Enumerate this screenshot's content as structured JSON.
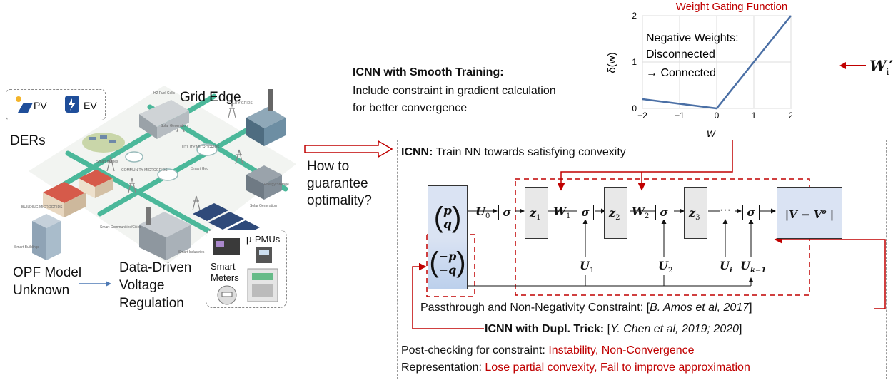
{
  "left": {
    "der_badges": [
      {
        "label": "PV",
        "icon": "solar-panel-icon"
      },
      {
        "label": "EV",
        "icon": "ev-charger-icon"
      }
    ],
    "ders_label": "DERs",
    "grid_edge_label": "Grid Edge",
    "opf_line1": "OPF Model",
    "opf_line2": "Unknown",
    "ddvr_line1": "Data-Driven",
    "ddvr_line2": "Voltage",
    "ddvr_line3": "Regulation",
    "meters": {
      "pmu_label": "μ-PMUs",
      "smart_line1": "Smart",
      "smart_line2": "Meters"
    },
    "illustration_labels": [
      "H2 Fuel Cells",
      "UTILITY GRIDS",
      "Solar Generation",
      "Smart Homes",
      "UTILITY MICROGRIDS",
      "COMMUNITY MICROGRIDS",
      "Smart Grid",
      "BUILDING MICROGRIDS",
      "Energy Storage",
      "Smart Communities/Cities",
      "Solar Generation",
      "Smart Buildings",
      "Smart Industries"
    ]
  },
  "question": {
    "line1": "How to",
    "line2": "guarantee",
    "line3": "optimality?"
  },
  "smooth": {
    "title": "ICNN with Smooth Training:",
    "line1": "Include constraint in gradient calculation",
    "line2": "for better convergence"
  },
  "chart_data": {
    "type": "line",
    "title": "Weight Gating Function",
    "xlabel": "w",
    "ylabel": "δ(w)",
    "xlim": [
      -2,
      2
    ],
    "ylim": [
      0,
      2
    ],
    "xticks": [
      "−2",
      "−1",
      "0",
      "1",
      "2"
    ],
    "yticks": [
      "0",
      "1",
      "2"
    ],
    "grid": true,
    "color": "#4a6fa5",
    "x": [
      -2,
      0,
      2
    ],
    "y": [
      0.2,
      0,
      2
    ],
    "annotation": [
      "Negative Weights:",
      "Disconnected",
      "→ Connected"
    ]
  },
  "wprime": {
    "base": "W",
    "sub": "i",
    "prime": "′"
  },
  "icnn": {
    "header_bold": "ICNN:",
    "header_text": " Train NN towards satisfying convexity",
    "input_top": [
      "p",
      "q"
    ],
    "input_bottom": [
      "−p",
      "−q"
    ],
    "sigma": "σ",
    "dots": "···",
    "output": "|V − V",
    "output_sup": "o",
    "output_end": " |",
    "U0": {
      "base": "U",
      "sub": "0"
    },
    "z1": {
      "base": "z",
      "sub": "1"
    },
    "W1": {
      "base": "W",
      "sub": "1"
    },
    "z2": {
      "base": "z",
      "sub": "2"
    },
    "W2": {
      "base": "W",
      "sub": "2"
    },
    "z3": {
      "base": "z",
      "sub": "3"
    },
    "U1": {
      "base": "U",
      "sub": "1"
    },
    "U2": {
      "base": "U",
      "sub": "2"
    },
    "Ui": {
      "base": "U",
      "sub": "i"
    },
    "Uk": {
      "base": "U",
      "sub": "k−1"
    },
    "passthrough_text": "Passthrough and Non-Negativity Constraint: [",
    "passthrough_cite": "B. Amos et al, 2017",
    "passthrough_end": "]",
    "dupl_bold": "ICNN with Dupl. Trick:",
    "dupl_text": " [",
    "dupl_cite": "Y. Chen et al, 2019; 2020",
    "dupl_end": "]",
    "post_text": "Post-checking for constraint: ",
    "post_red": "Instability, Non-Convergence",
    "repr_text": "Representation: ",
    "repr_red": "Lose partial convexity, Fail to improve approximation"
  },
  "colors": {
    "accent_red": "#c00000",
    "input_blue": "#dae3f3",
    "line_blue": "#4a6fa5",
    "box_gray": "#e8e8e8"
  }
}
